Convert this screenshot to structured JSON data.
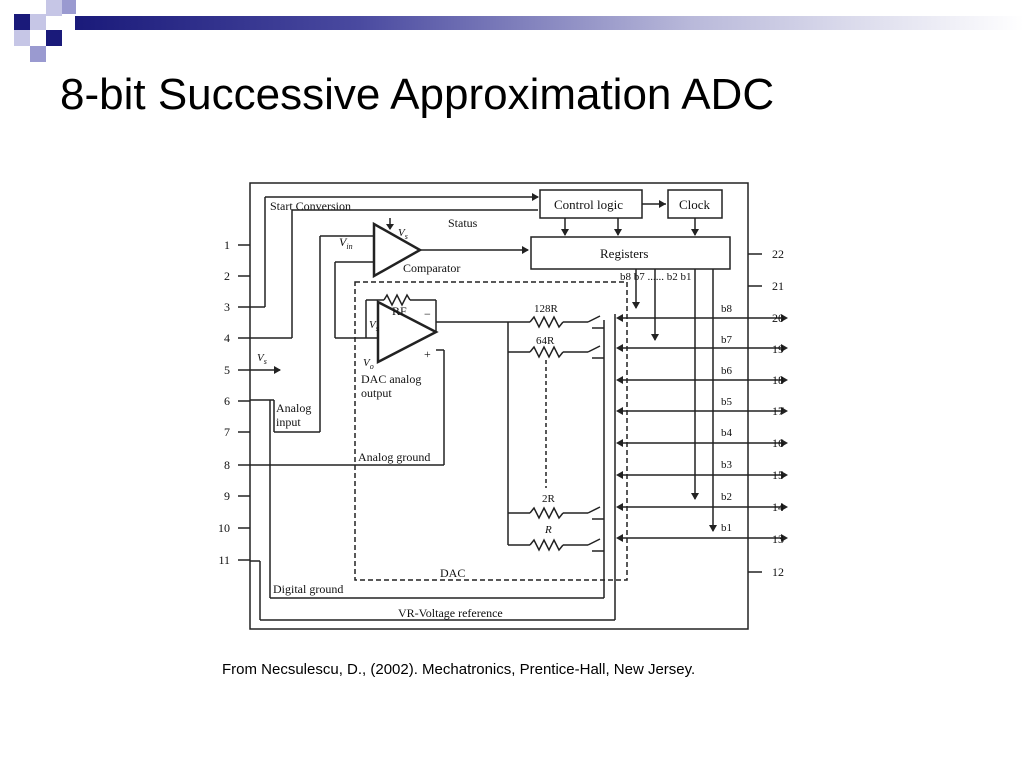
{
  "slide": {
    "title": "8-bit Successive Approximation ADC",
    "caption": "From Necsulescu, D., (2002). Mechatronics, Prentice-Hall, New Jersey."
  },
  "colors": {
    "accent_dark": "#1a1a7a",
    "accent_mid": "#7b7bbf",
    "accent_light": "#c6c6e6"
  },
  "diagram": {
    "blocks": {
      "control_logic": "Control logic",
      "clock": "Clock",
      "registers": "Registers",
      "comparator": "Comparator",
      "dac": "DAC",
      "rf": "RF"
    },
    "labels": {
      "start_conversion": "Start Conversion",
      "status": "Status",
      "vin": "V",
      "vin_sub": "in",
      "vs": "V",
      "vs_sub": "s",
      "vo": "V",
      "vo_sub": "o",
      "dac_analog_output_1": "DAC analog",
      "dac_analog_output_2": "output",
      "analog_input_1": "Analog",
      "analog_input_2": "input",
      "analog_ground": "Analog ground",
      "digital_ground": "Digital ground",
      "vr_voltage_reference": "VR-Voltage reference",
      "bits_header": "b8 b7 ...... b2 b1",
      "r128": "128R",
      "r64": "64R",
      "r2": "2R",
      "r1": "R"
    },
    "left_pins": [
      "1",
      "2",
      "3",
      "4",
      "5",
      "6",
      "7",
      "8",
      "9",
      "10",
      "11"
    ],
    "right_pins": [
      "22",
      "21",
      "20",
      "19",
      "18",
      "17",
      "16",
      "15",
      "14",
      "13",
      "12"
    ],
    "bit_labels": [
      "b8",
      "b7",
      "b6",
      "b5",
      "b4",
      "b3",
      "b2",
      "b1"
    ]
  }
}
